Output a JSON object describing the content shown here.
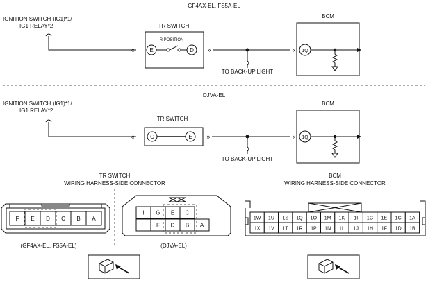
{
  "sec1": {
    "variant": "GF4AX-EL, FS5A-EL",
    "source_line1": "IGNITION SWITCH (IG1)*1/",
    "source_line2": "IG1 RELAY*2",
    "tr_title": "TR SWITCH",
    "r_position": "R POSITION",
    "pin_left": "E",
    "pin_right": "D",
    "bcm_title": "BCM",
    "bcm_pin": "1Q",
    "backup": "TO BACK-UP LIGHT"
  },
  "sec2": {
    "variant": "DJVA-EL",
    "source_line1": "IGNITION SWITCH (IG1)*1/",
    "source_line2": "IG1 RELAY*2",
    "tr_title": "TR SWITCH",
    "pin_left": "C",
    "pin_right": "E",
    "bcm_title": "BCM",
    "bcm_pin": "1Q",
    "backup": "TO BACK-UP LIGHT"
  },
  "connectors": {
    "tr_title1": "TR SWITCH",
    "tr_title2": "WIRING HARNESS-SIDE CONNECTOR",
    "bcm_title1": "BCM",
    "bcm_title2": "WIRING HARNESS-SIDE CONNECTOR",
    "tr_a_pins": [
      "F",
      "E",
      "D",
      "C",
      "B",
      "A"
    ],
    "tr_a_caption": "(GF4AX-EL, FS5A-EL)",
    "tr_b_top": [
      "I",
      "G",
      "E",
      "C"
    ],
    "tr_b_bottom": [
      "H",
      "F",
      "D",
      "B",
      "A"
    ],
    "tr_b_caption": "(DJVA-EL)",
    "bcm_top": [
      "1W",
      "1U",
      "1S",
      "1Q",
      "1O",
      "1M",
      "1K",
      "1I",
      "1G",
      "1E",
      "1C",
      "1A"
    ],
    "bcm_bottom": [
      "1X",
      "1V",
      "1T",
      "1R",
      "1P",
      "1N",
      "1L",
      "1J",
      "1H",
      "1F",
      "1D",
      "1B"
    ]
  }
}
